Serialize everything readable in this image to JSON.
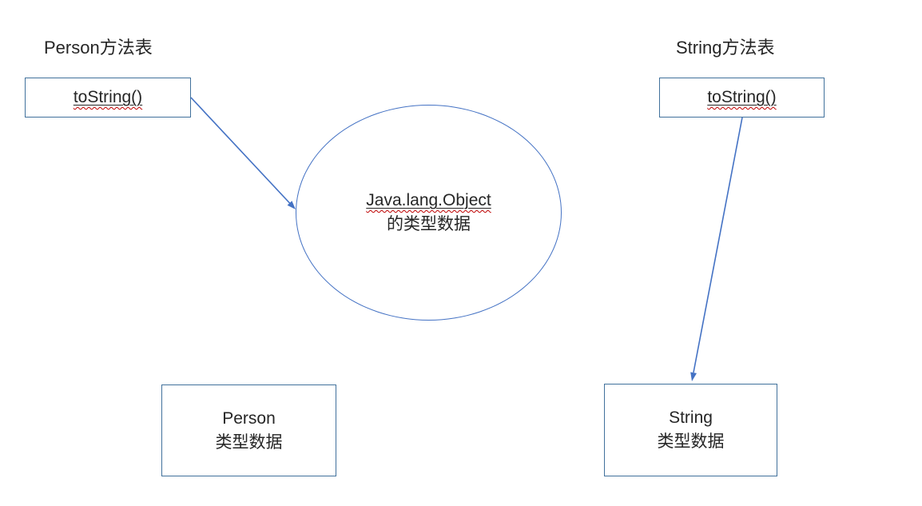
{
  "diagram": {
    "background": "#ffffff",
    "colors": {
      "box_border": "#41719C",
      "ellipse_border": "#4472C4",
      "connector": "#4472C4",
      "text": "#262626",
      "spellcheck_underline": "#C00000"
    },
    "person_method_table": {
      "label": "Person方法表",
      "method": "toString()"
    },
    "string_method_table": {
      "label": "String方法表",
      "method": "toString()"
    },
    "object_ellipse": {
      "line1": "Java.lang.Object",
      "line2": "的类型数据"
    },
    "person_type_box": {
      "line1": "Person",
      "line2": "类型数据"
    },
    "string_type_box": {
      "line1": "String",
      "line2": "类型数据"
    },
    "connectors": [
      {
        "from": "person-tostring-box",
        "to": "object-ellipse"
      },
      {
        "from": "string-tostring-box",
        "to": "string-type-box"
      }
    ]
  }
}
